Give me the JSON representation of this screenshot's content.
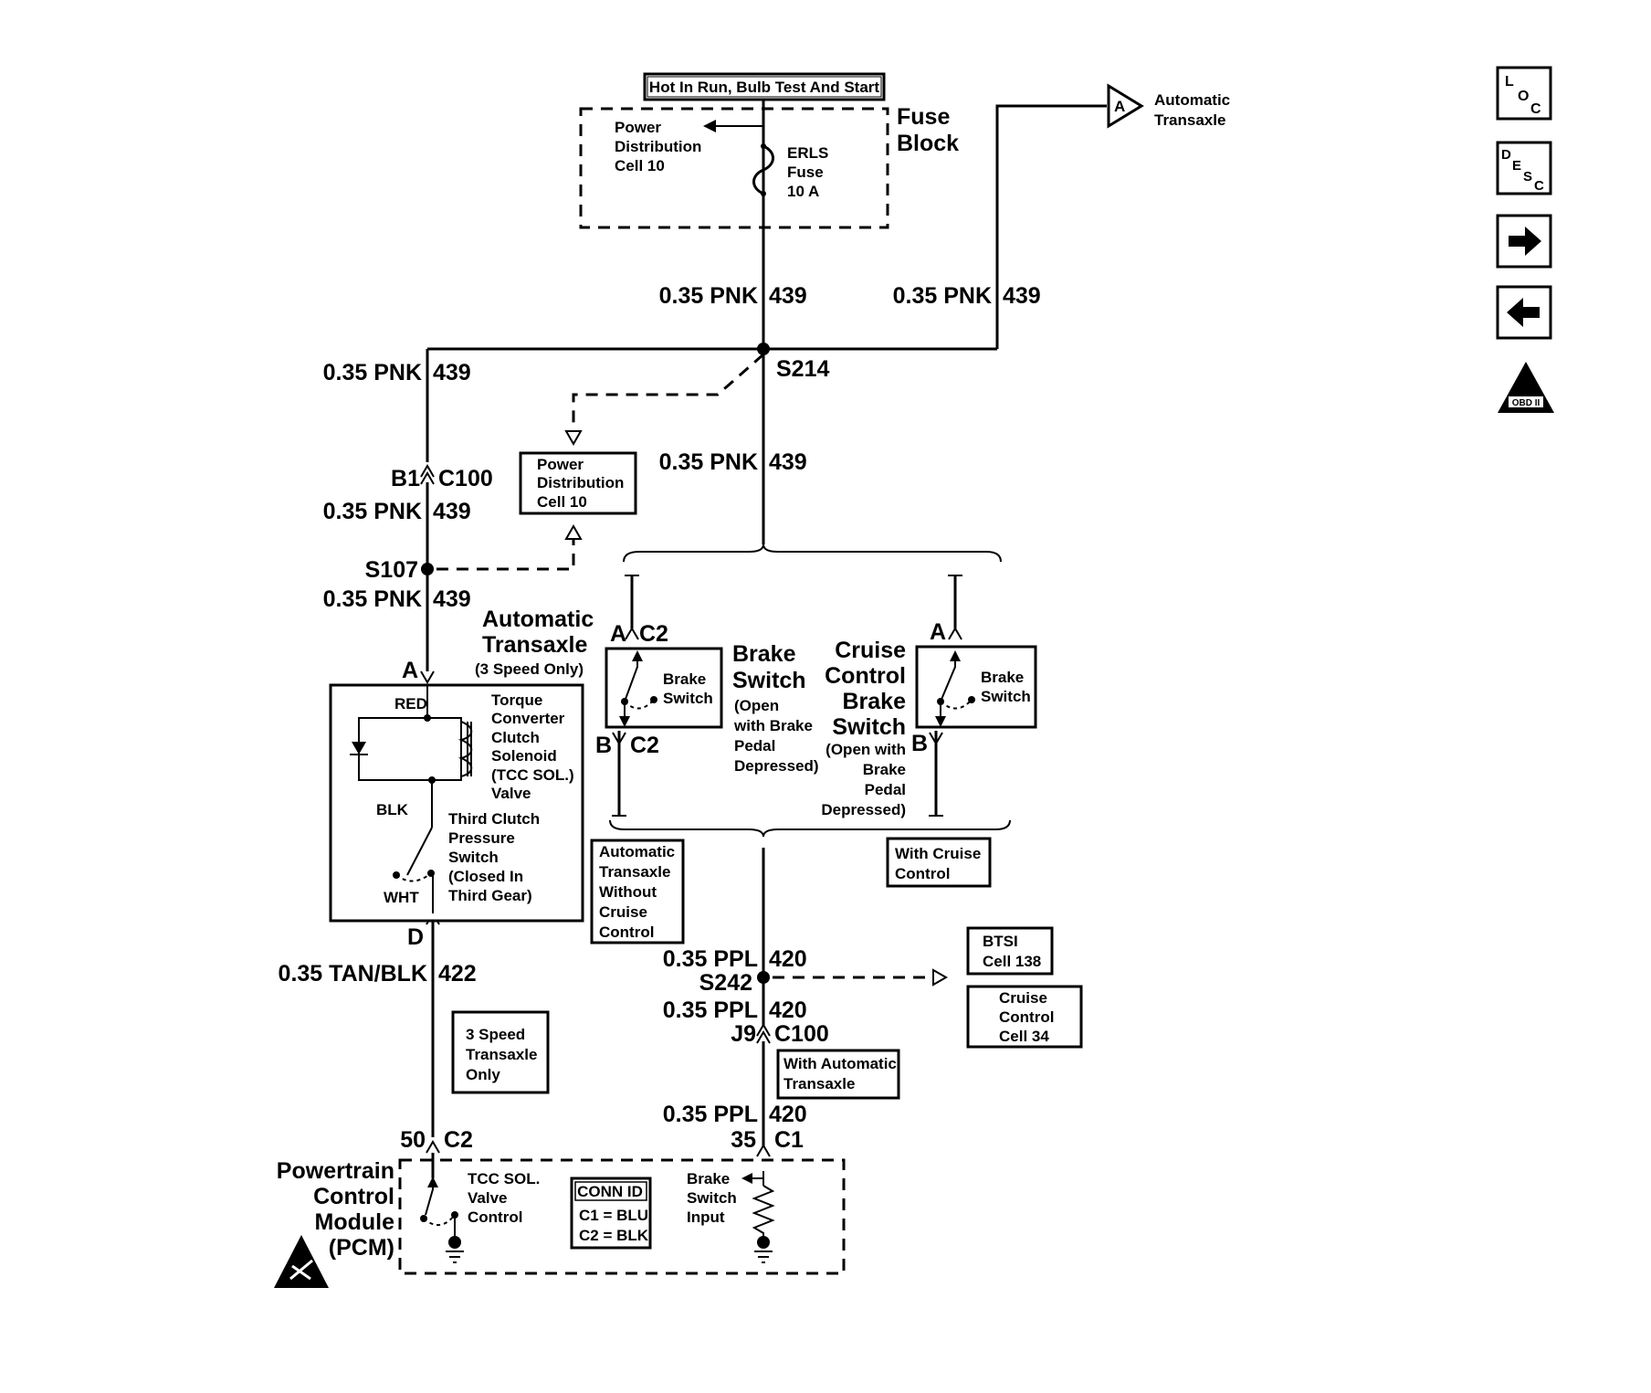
{
  "header": {
    "power_label": "Hot In Run, Bulb Test And Start"
  },
  "fuse_block": {
    "title_line1": "Fuse",
    "title_line2": "Block",
    "pdc_lines": [
      "Power",
      "Distribution",
      "Cell 10"
    ],
    "fuse_lines": [
      "ERLS",
      "Fuse",
      "10 A"
    ]
  },
  "auto_transaxle_ref": {
    "letter": "A",
    "lines": [
      "Automatic",
      "Transaxle"
    ]
  },
  "wires": {
    "pnk_gauge": "0.35 PNK",
    "pnk_circuit": "439",
    "tan_gauge": "0.35 TAN/BLK",
    "tan_circuit": "422",
    "ppl_gauge": "0.35 PPL",
    "ppl_circuit": "420"
  },
  "splices": {
    "s214": "S214",
    "s107": "S107",
    "s242": "S242"
  },
  "connectors": {
    "c100_b1_pin": "B1",
    "c100": "C100",
    "a": "A",
    "b": "B",
    "c2": "C2",
    "d": "D",
    "j9": "J9",
    "c100_pcm": "C100",
    "pin50": "50",
    "pin35": "35",
    "c1": "C1"
  },
  "pdc_mid": {
    "lines": [
      "Power",
      "Distribution",
      "Cell 10"
    ]
  },
  "transaxle_component": {
    "title_lines": [
      "Automatic",
      "Transaxle"
    ],
    "subtitle": "(3 Speed Only)",
    "red": "RED",
    "blk": "BLK",
    "wht": "WHT",
    "tcc_lines": [
      "Torque",
      "Converter",
      "Clutch",
      "Solenoid",
      "(TCC SOL.)",
      "Valve"
    ],
    "tcp_lines": [
      "Third Clutch",
      "Pressure",
      "Switch",
      "(Closed In",
      "Third Gear)"
    ]
  },
  "brake_switch": {
    "inner_lines": [
      "Brake",
      "Switch"
    ],
    "title_lines": [
      "Brake",
      "Switch"
    ],
    "desc_lines": [
      "(Open",
      "with Brake",
      "Pedal",
      "Depressed)"
    ]
  },
  "cruise_switch": {
    "inner_lines": [
      "Brake",
      "Switch"
    ],
    "title_lines": [
      "Cruise",
      "Control",
      "Brake",
      "Switch"
    ],
    "desc_lines": [
      "(Open with",
      "Brake",
      "Pedal",
      "Depressed)"
    ]
  },
  "options": {
    "without_cruise": [
      "Automatic",
      "Transaxle",
      "Without",
      "Cruise",
      "Control"
    ],
    "with_cruise": [
      "With Cruise",
      "Control"
    ],
    "three_speed": [
      "3 Speed",
      "Transaxle",
      "Only"
    ],
    "with_auto": [
      "With Automatic",
      "Transaxle"
    ]
  },
  "refs": {
    "btsi": [
      "BTSI",
      "Cell 138"
    ],
    "cruise": [
      "Cruise",
      "Control",
      "Cell 34"
    ]
  },
  "pcm": {
    "title_lines": [
      "Powertrain",
      "Control",
      "Module",
      "(PCM)"
    ],
    "tcc_ctrl_lines": [
      "TCC SOL.",
      "Valve",
      "Control"
    ],
    "conn_id_title": "CONN ID",
    "conn_id_lines": [
      "C1 = BLU",
      "C2 = BLK"
    ],
    "brake_input_lines": [
      "Brake",
      "Switch",
      "Input"
    ]
  },
  "nav_icons": [
    {
      "name": "loc",
      "parts": [
        "L",
        "O",
        "C"
      ]
    },
    {
      "name": "desc",
      "parts": [
        "D",
        "E",
        "S",
        "C"
      ]
    },
    {
      "name": "next",
      "glyph": "➡"
    },
    {
      "name": "prev",
      "glyph": "⬅"
    },
    {
      "name": "obd",
      "label": "OBD II"
    }
  ]
}
